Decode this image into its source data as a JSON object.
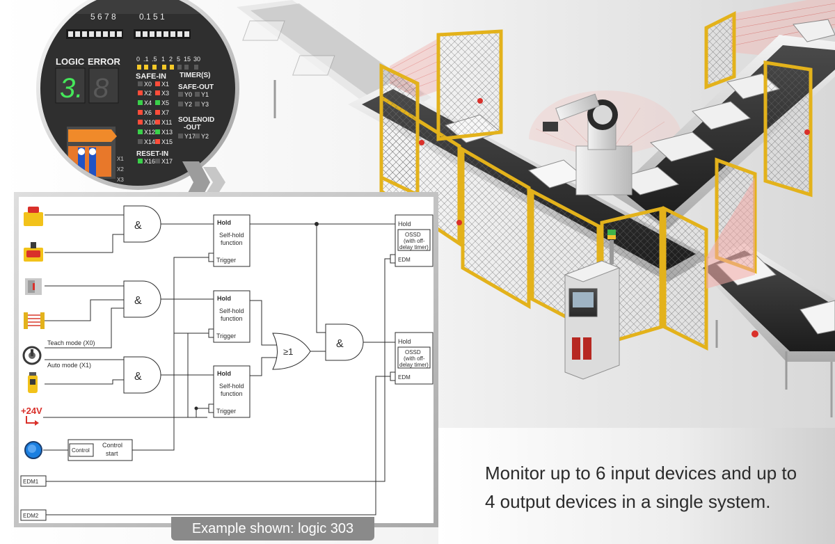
{
  "panel": {
    "display_labels": [
      "LOGIC",
      "ERROR"
    ],
    "logic_digit": "3.",
    "error_digit": "8",
    "timer_scale": [
      "0",
      ".1",
      ".5",
      "1",
      "2",
      "5",
      "15",
      "30"
    ],
    "top_numbers": "5 6 7 8",
    "top_numbers_right": "0.1 5 1",
    "group_labels": {
      "safe_in": "SAFE-IN",
      "timer": "TIMER(S)",
      "safe_out": "SAFE-OUT",
      "solenoid": "SOLENOID\n-OUT",
      "reset_in": "RESET-IN"
    },
    "safe_in_pairs": [
      [
        "X0",
        "X1"
      ],
      [
        "X2",
        "X3"
      ],
      [
        "X4",
        "X5"
      ],
      [
        "X6",
        "X7"
      ],
      [
        "X10",
        "X11"
      ],
      [
        "X12",
        "X13"
      ],
      [
        "X14",
        "X15"
      ]
    ],
    "safe_out_pairs": [
      [
        "Y0",
        "Y1"
      ],
      [
        "Y2",
        "Y3"
      ]
    ],
    "solenoid_pair": [
      "Y17",
      "Y2"
    ],
    "reset_pair": [
      "X16",
      "X17"
    ],
    "connector_labels": [
      "X1",
      "X2",
      "X3"
    ]
  },
  "diagram": {
    "and_symbol": "&",
    "or_symbol": "≥1",
    "hold_blocks": [
      {
        "hold": "Hold",
        "function_lines": [
          "Self-hold",
          "function"
        ],
        "trigger": "Trigger"
      },
      {
        "hold": "Hold",
        "function_lines": [
          "Self-hold",
          "function"
        ],
        "trigger": "Trigger"
      },
      {
        "hold": "Hold",
        "function_lines": [
          "Self-hold",
          "function"
        ],
        "trigger": "Trigger"
      }
    ],
    "ossd_blocks": [
      {
        "hold": "Hold",
        "ossd_lines": [
          "OSSD",
          "(with off-",
          "delay timer)"
        ],
        "edm": "EDM"
      },
      {
        "hold": "Hold",
        "ossd_lines": [
          "OSSD",
          "(with off-",
          "delay timer)"
        ],
        "edm": "EDM"
      }
    ],
    "mode_labels": [
      "Teach mode (X0)",
      "Auto mode (X1)"
    ],
    "power_label": "+24V",
    "control_block": {
      "inner": "Control",
      "lines": [
        "Control",
        "start"
      ]
    },
    "edm_inputs": [
      "EDM1",
      "EDM2"
    ],
    "input_icons": [
      "emergency-stop-icon",
      "emergency-stop-pressed-icon",
      "door-switch-icon",
      "light-curtain-icon",
      "mode-selector-icon",
      "enabling-switch-icon",
      "power-24v-icon",
      "start-button-icon"
    ]
  },
  "example_label": "Example shown: logic 303",
  "caption_lines": [
    "Monitor up to 6 input devices and up to",
    "4 output devices in a single system."
  ],
  "colors": {
    "fence": "#e3b21b",
    "laser": "#d9302a",
    "led_green": "#3ad14a",
    "led_red": "#ff4d3a",
    "led_amber": "#f6c928",
    "start_blue": "#1b7fe0",
    "tab_gray": "#8a8a8a"
  }
}
